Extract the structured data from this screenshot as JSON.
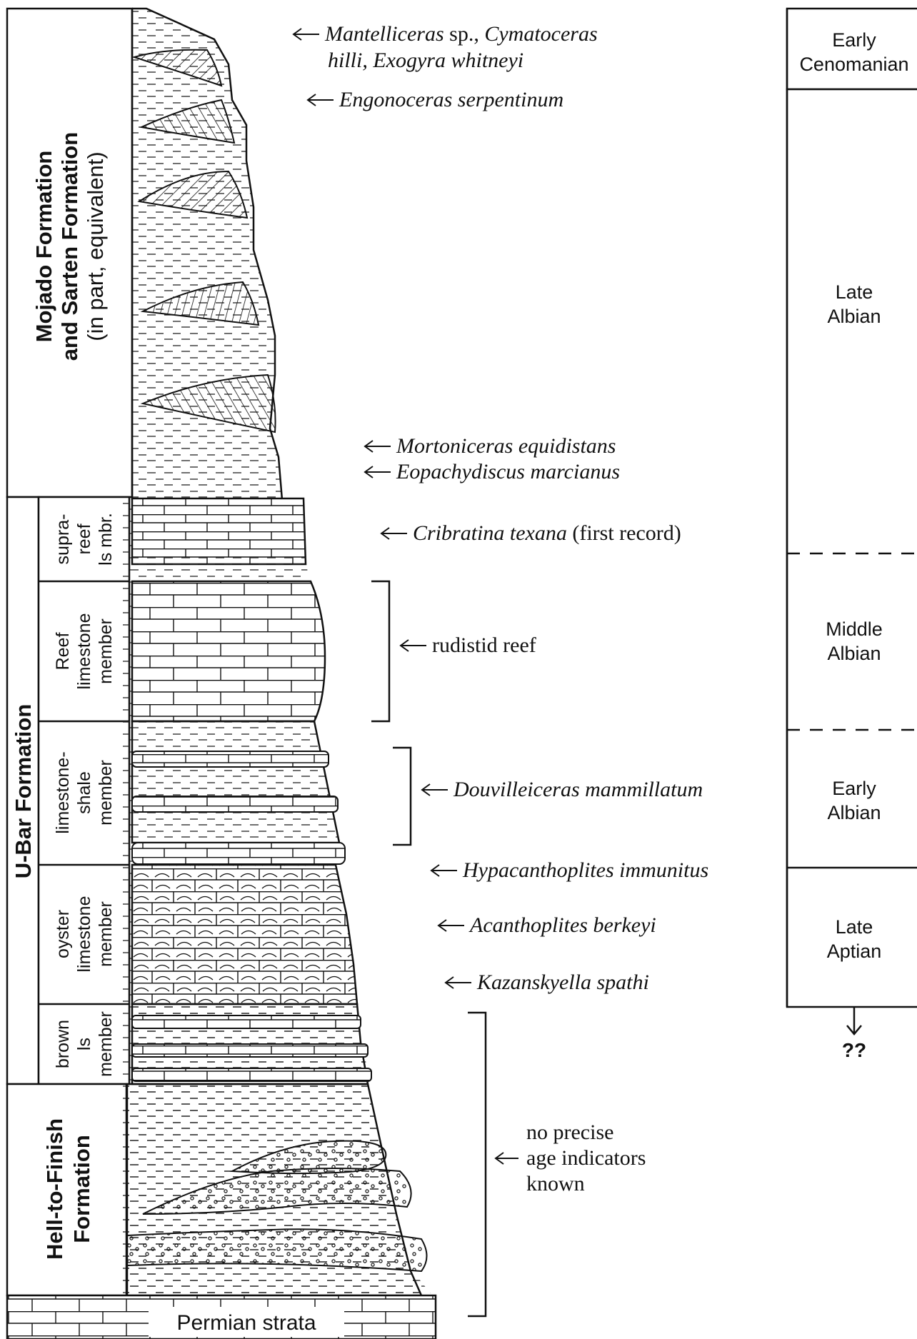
{
  "formations": [
    {
      "id": "mojado",
      "line1": "Mojado Formation",
      "line2": "and Sarten Formation",
      "line3": "(in part, equivalent)"
    },
    {
      "id": "ubar",
      "line1": "U-Bar Formation"
    },
    {
      "id": "hell",
      "line1": "Hell-to-Finish",
      "line2": "Formation"
    }
  ],
  "members": [
    {
      "id": "supra",
      "lines": [
        "supra-",
        "reef",
        "ls mbr."
      ]
    },
    {
      "id": "reef",
      "lines": [
        "Reef",
        "limestone",
        "member"
      ]
    },
    {
      "id": "lsshale",
      "lines": [
        "limestone-",
        "shale",
        "member"
      ]
    },
    {
      "id": "oyster",
      "lines": [
        "oyster",
        "limestone",
        "member"
      ]
    },
    {
      "id": "brown",
      "lines": [
        "brown",
        "ls",
        "member"
      ]
    }
  ],
  "base_label": "Permian strata",
  "ages": [
    {
      "lines": [
        "Early",
        "Cenomanian"
      ]
    },
    {
      "lines": [
        "Late",
        "Albian"
      ]
    },
    {
      "lines": [
        "Middle",
        "Albian"
      ]
    },
    {
      "lines": [
        "Early",
        "Albian"
      ]
    },
    {
      "lines": [
        "Late",
        "Aptian"
      ]
    }
  ],
  "age_unknown": "??",
  "fossils": [
    {
      "id": "mantelliceras",
      "parts": [
        [
          "Mantelliceras",
          "i"
        ],
        [
          " sp., ",
          "n"
        ],
        [
          "Cymatoceras",
          "i"
        ]
      ],
      "line2": "hilli, Exogyra whitneyi"
    },
    {
      "id": "engonoceras",
      "parts": [
        [
          "Engonoceras serpentinum",
          "i"
        ]
      ]
    },
    {
      "id": "mortoniceras",
      "parts": [
        [
          "Mortoniceras equidistans",
          "i"
        ]
      ]
    },
    {
      "id": "eopachydiscus",
      "parts": [
        [
          "Eopachydiscus marcianus",
          "i"
        ]
      ]
    },
    {
      "id": "cribratina",
      "parts": [
        [
          "Cribratina texana",
          "i"
        ],
        [
          " (first record)",
          "n"
        ]
      ]
    },
    {
      "id": "rudistid",
      "parts": [
        [
          "rudistid reef",
          "n"
        ]
      ]
    },
    {
      "id": "douvilleiceras",
      "parts": [
        [
          "Douvilleiceras mammillatum",
          "i"
        ]
      ]
    },
    {
      "id": "hypacanthoplites",
      "parts": [
        [
          "Hypacanthoplites immunitus",
          "i"
        ]
      ]
    },
    {
      "id": "acanthoplites",
      "parts": [
        [
          "Acanthoplites berkeyi",
          "i"
        ]
      ]
    },
    {
      "id": "kazanskyella",
      "parts": [
        [
          "Kazanskyella spathi",
          "i"
        ]
      ]
    }
  ],
  "no_age_note": [
    "no precise",
    "age indicators",
    "known"
  ]
}
